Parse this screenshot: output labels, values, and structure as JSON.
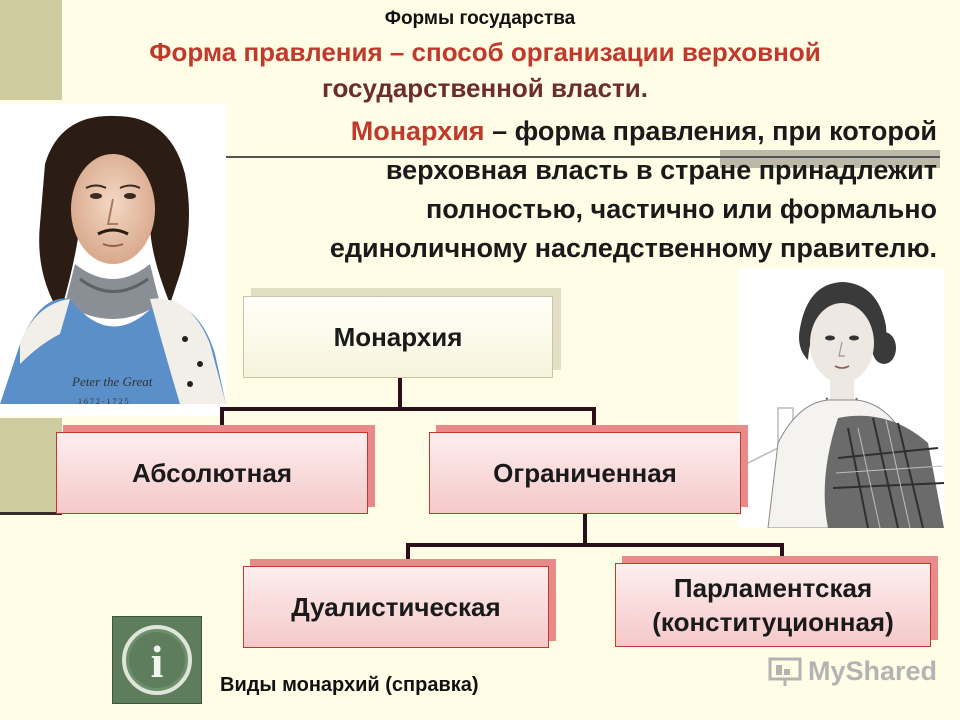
{
  "header": {
    "slide_title": "Формы государства",
    "definition_line1": "Форма правления – способ организации верховной",
    "definition_line2": "государственной власти."
  },
  "monarchy_definition": {
    "term": "Монархия",
    "line1_rest": " – форма правления, при которой",
    "line2": "верховная власть в стране принадлежит",
    "line3": "полностью, частично или формально",
    "line4": "единоличному наследственному правителю."
  },
  "portraits": {
    "left_signature": "Peter the Great",
    "left_years": "1 6 7 2 - 1 7 2 5"
  },
  "diagram": {
    "root": "Монархия",
    "absolute": "Абсолютная",
    "limited": "Ограниченная",
    "dualistic": "Дуалистическая",
    "parliamentary_line1": "Парламентская",
    "parliamentary_line2": "(конституционная)"
  },
  "footer": {
    "info_icon_letter": "i",
    "caption": "Виды монархий (справка)",
    "watermark": "MyShared"
  },
  "colors": {
    "accent_red": "#C0392B",
    "background": "#FFFDE6",
    "connector": "#2a0f1a"
  }
}
